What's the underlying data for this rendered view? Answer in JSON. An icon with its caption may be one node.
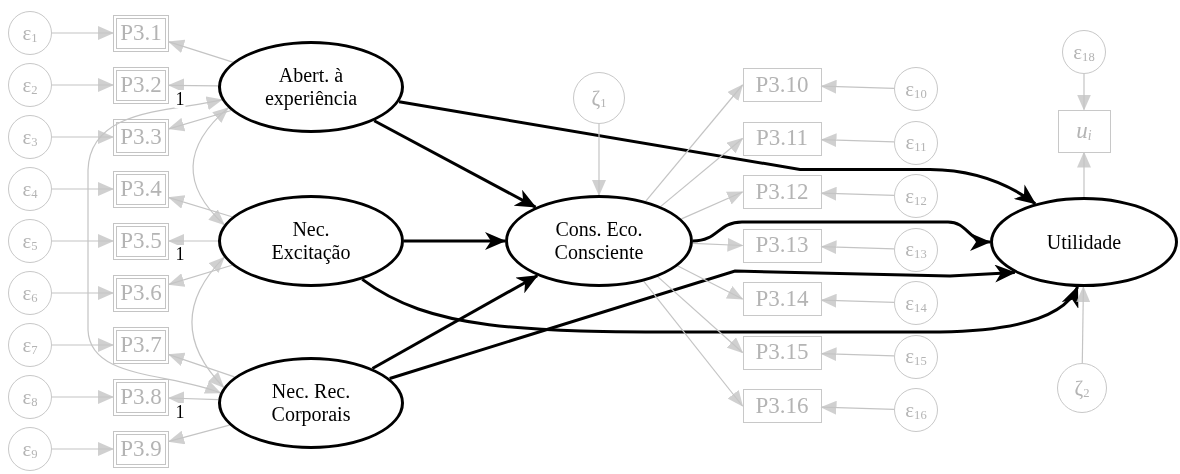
{
  "diagram": {
    "nodes": [
      {
        "text": [
          "ε$_{1}$"
        ]
      },
      {
        "text": [
          "ε$_{2}$"
        ]
      },
      {
        "text": [
          "ε$_{3}$"
        ]
      },
      {
        "text": [
          "ε$_{4}$"
        ]
      },
      {
        "text": [
          "ε$_{5}$"
        ]
      },
      {
        "text": [
          "ε$_{6}$"
        ]
      },
      {
        "text": [
          "ε$_{7}$"
        ]
      },
      {
        "text": [
          "ε$_{8}$"
        ]
      },
      {
        "text": [
          "ε$_{9}$"
        ]
      },
      {
        "text": [
          "P3.1"
        ]
      },
      {
        "text": [
          "P3.2"
        ]
      },
      {
        "text": [
          "P3.3"
        ]
      },
      {
        "text": [
          "P3.4"
        ]
      },
      {
        "text": [
          "P3.5"
        ]
      },
      {
        "text": [
          "P3.6"
        ]
      },
      {
        "text": [
          "P3.7"
        ]
      },
      {
        "text": [
          "P3.8"
        ]
      },
      {
        "text": [
          "P3.9"
        ]
      },
      {
        "text": [
          "Abert. à experiência"
        ]
      },
      {
        "text": [
          "Nec. Excitação"
        ]
      },
      {
        "text": [
          "Nec. Rec. Corporais"
        ]
      },
      {
        "text": [
          "ζ$_{1}$"
        ]
      },
      {
        "text": [
          "Cons. Eco. Consciente"
        ]
      },
      {
        "text": [
          "P3.10"
        ]
      },
      {
        "text": [
          "P3.11"
        ]
      },
      {
        "text": [
          "P3.12"
        ]
      },
      {
        "text": [
          "P3.13"
        ]
      },
      {
        "text": [
          "P3.14"
        ]
      },
      {
        "text": [
          "P3.15"
        ]
      },
      {
        "text": [
          "P3.16"
        ]
      },
      {
        "text": [
          "ε$_{10}$"
        ]
      },
      {
        "text": [
          "ε$_{11}$"
        ]
      },
      {
        "text": [
          "ε$_{12}$"
        ]
      },
      {
        "text": [
          "ε$_{13}$"
        ]
      },
      {
        "text": [
          "ε$_{14}$"
        ]
      },
      {
        "text": [
          "ε$_{15}$"
        ]
      },
      {
        "text": [
          "ε$_{16}$"
        ]
      },
      {
        "text": [
          "ε$_{18}$"
        ]
      },
      {
        "text": [
          "u$_{i}$"
        ]
      },
      {
        "text": [
          "Utilidade"
        ]
      },
      {
        "text": [
          "ζ$_{2}$"
        ]
      }
    ],
    "edges": [
      {
        "from": 0,
        "to": 9,
        "arrow": "to"
      },
      {
        "from": 1,
        "to": 10,
        "arrow": "to"
      },
      {
        "from": 2,
        "to": 11,
        "arrow": "to"
      },
      {
        "from": 3,
        "to": 12,
        "arrow": "to"
      },
      {
        "from": 4,
        "to": 13,
        "arrow": "to"
      },
      {
        "from": 5,
        "to": 14,
        "arrow": "to"
      },
      {
        "from": 6,
        "to": 15,
        "arrow": "to"
      },
      {
        "from": 7,
        "to": 16,
        "arrow": "to"
      },
      {
        "from": 8,
        "to": 17,
        "arrow": "to"
      },
      {
        "from": 18,
        "to": 9,
        "arrow": "to"
      },
      {
        "from": 18,
        "to": 10,
        "arrow": "to",
        "label": "1"
      },
      {
        "from": 18,
        "to": 11,
        "arrow": "to"
      },
      {
        "from": 19,
        "to": 12,
        "arrow": "to"
      },
      {
        "from": 19,
        "to": 13,
        "arrow": "to",
        "label": "1"
      },
      {
        "from": 19,
        "to": 14,
        "arrow": "to"
      },
      {
        "from": 20,
        "to": 15,
        "arrow": "to"
      },
      {
        "from": 20,
        "to": 16,
        "arrow": "to",
        "label": "1"
      },
      {
        "from": 20,
        "to": 17,
        "arrow": "to"
      },
      {
        "from": 18,
        "to": 19,
        "arrow": "both"
      },
      {
        "from": 18,
        "to": 20,
        "arrow": "both"
      },
      {
        "from": 19,
        "to": 20,
        "arrow": "both"
      },
      {
        "from": 18,
        "to": 22,
        "arrow": "to",
        "style": "thick",
        "color": "#000000"
      },
      {
        "from": 19,
        "to": 22,
        "arrow": "to",
        "style": "thick",
        "color": "#000000"
      },
      {
        "from": 20,
        "to": 22,
        "arrow": "to",
        "style": "thick",
        "color": "#000000"
      },
      {
        "from": 18,
        "to": 39,
        "arrow": "to",
        "style": "thick",
        "color": "#000000"
      },
      {
        "from": 22,
        "to": 39,
        "arrow": "to",
        "style": "thick",
        "color": "#000000"
      },
      {
        "from": 19,
        "to": 39,
        "arrow": "to",
        "style": "thick",
        "color": "#000000"
      },
      {
        "from": 20,
        "to": 39,
        "arrow": "to",
        "style": "thick",
        "color": "#000000"
      },
      {
        "from": 21,
        "to": 22,
        "arrow": "to"
      },
      {
        "from": 22,
        "to": 23,
        "arrow": "to"
      },
      {
        "from": 22,
        "to": 24,
        "arrow": "to"
      },
      {
        "from": 22,
        "to": 25,
        "arrow": "to"
      },
      {
        "from": 22,
        "to": 26,
        "arrow": "to"
      },
      {
        "from": 22,
        "to": 27,
        "arrow": "to"
      },
      {
        "from": 22,
        "to": 28,
        "arrow": "to"
      },
      {
        "from": 22,
        "to": 29,
        "arrow": "to"
      },
      {
        "from": 30,
        "to": 23,
        "arrow": "to"
      },
      {
        "from": 31,
        "to": 24,
        "arrow": "to"
      },
      {
        "from": 32,
        "to": 25,
        "arrow": "to"
      },
      {
        "from": 33,
        "to": 26,
        "arrow": "to"
      },
      {
        "from": 34,
        "to": 27,
        "arrow": "to"
      },
      {
        "from": 35,
        "to": 28,
        "arrow": "to"
      },
      {
        "from": 36,
        "to": 29,
        "arrow": "to"
      },
      {
        "from": 37,
        "to": 38,
        "arrow": "to"
      },
      {
        "from": 39,
        "to": 38,
        "arrow": "to"
      },
      {
        "from": 40,
        "to": 39,
        "arrow": "to"
      }
    ]
  }
}
